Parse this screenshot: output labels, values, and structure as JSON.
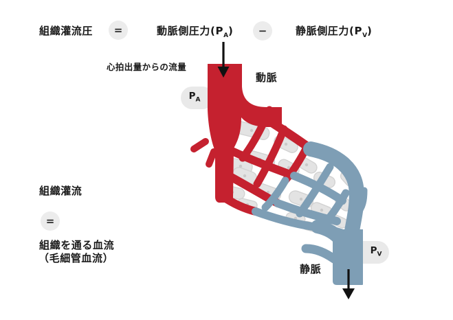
{
  "title_row": {
    "perfusion_pressure_label": "組織灌流圧",
    "equals_symbol": "=",
    "arterial_term": {
      "prefix": "動脈側圧力(P",
      "sub": "A",
      "suffix": ")"
    },
    "minus_symbol": "−",
    "venous_term": {
      "prefix": "静脈側圧力(P",
      "sub": "V",
      "suffix": ")"
    }
  },
  "left_equation": {
    "perfusion_label": "組織灌流",
    "equals_symbol": "=",
    "flow_line1": "組織を通る血流",
    "flow_line2": "（毛細管血流）"
  },
  "diagram": {
    "inflow_label": "心拍出量からの流量",
    "artery_label": "動脈",
    "vein_label": "静脈",
    "pa_badge": {
      "main": "P",
      "sub": "A"
    },
    "pv_badge": {
      "main": "P",
      "sub": "V"
    }
  },
  "colors": {
    "artery": "#C5212F",
    "vein": "#7E9EB5",
    "cell_fill": "#E3E3E3",
    "cell_stroke": "#D2D2D2",
    "badge_bg": "#E9E9E9",
    "symbol_bg": "#ECECEC",
    "text": "#1A1A1A",
    "arrow": "#111111"
  }
}
